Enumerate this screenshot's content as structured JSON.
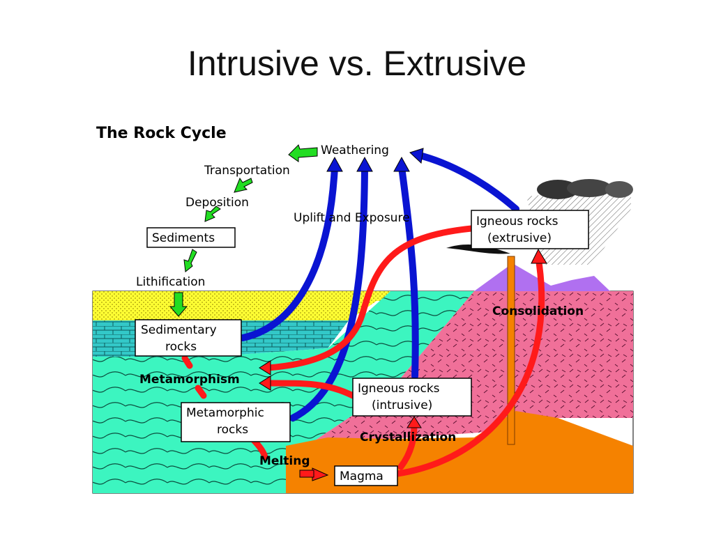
{
  "slide": {
    "title": "Intrusive vs. Extrusive"
  },
  "diagram": {
    "title": "The Rock Cycle",
    "labels": {
      "weathering": "Weathering",
      "transportation": "Transportation",
      "deposition": "Deposition",
      "sediments": "Sediments",
      "lithification": "Lithification",
      "sedimentary_rocks_1": "Sedimentary",
      "sedimentary_rocks_2": "rocks",
      "metamorphism": "Metamorphism",
      "metamorphic_rocks_1": "Metamorphic",
      "metamorphic_rocks_2": "rocks",
      "melting": "Melting",
      "magma": "Magma",
      "crystallization": "Crystallization",
      "igneous_intrusive_1": "Igneous rocks",
      "igneous_intrusive_2": "(intrusive)",
      "igneous_extrusive_1": "Igneous rocks",
      "igneous_extrusive_2": "(extrusive)",
      "consolidation": "Consolidation",
      "uplift": "Uplift and Exposure"
    },
    "colors": {
      "sediment_yellow": "#ffff33",
      "sedimentary_cyan": "#33c8c8",
      "metamorphic_green": "#3cf5c0",
      "igneous_pink": "#f07099",
      "magma_orange": "#f58200",
      "volcano_purple": "#b070f0",
      "arrow_blue": "#0a14d2",
      "arrow_red": "#ff1a1a",
      "arrow_green": "#22dd22"
    },
    "icons": [
      "green-arrow-icon",
      "blue-arrow-icon",
      "red-arrow-icon",
      "cloud-icon",
      "smoke-icon"
    ]
  }
}
